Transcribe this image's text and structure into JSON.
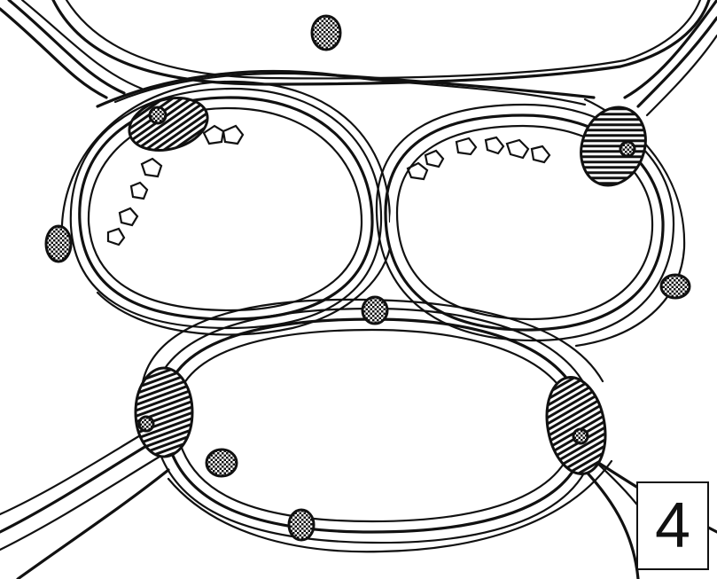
{
  "figure": {
    "panel_label": "4",
    "colors": {
      "ink": "#111111",
      "background": "#ffffff",
      "node_pattern": "checkered-dots",
      "bundle_pattern": "striped"
    },
    "cells": [
      {
        "name": "upper-left-cell"
      },
      {
        "name": "upper-right-cell"
      },
      {
        "name": "lower-cell"
      }
    ],
    "icons": [
      "hatched-node-icon",
      "striped-bundle-icon",
      "debris-fragment-icon"
    ]
  }
}
